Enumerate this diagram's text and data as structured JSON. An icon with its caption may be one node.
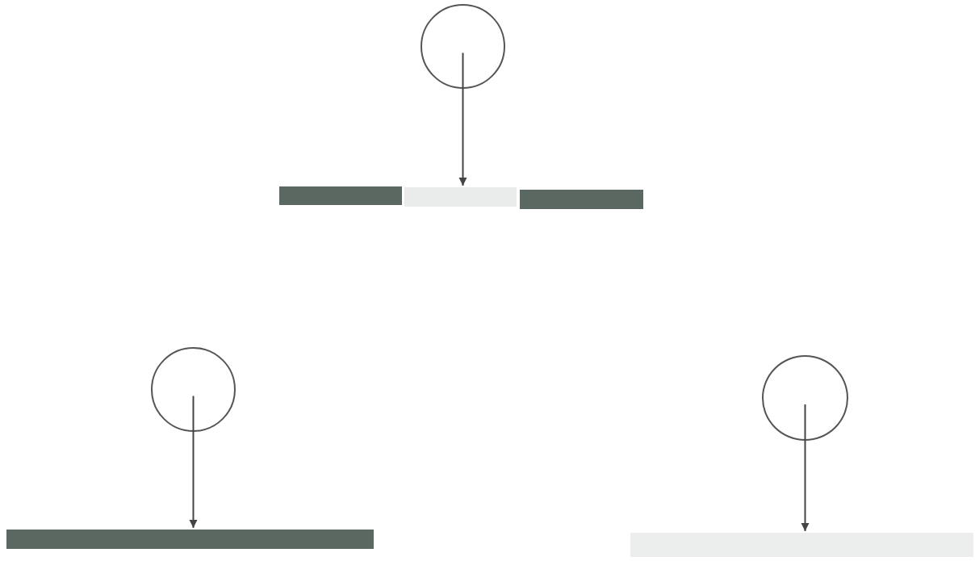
{
  "diagram": {
    "nodes": [
      {
        "text": [],
        "shape": "circle"
      },
      {
        "text": [],
        "shape": "bar"
      },
      {
        "text": [],
        "shape": "bar"
      },
      {
        "text": [],
        "shape": "bar"
      },
      {
        "text": [],
        "shape": "circle"
      },
      {
        "text": [],
        "shape": "bar"
      },
      {
        "text": [],
        "shape": "circle"
      },
      {
        "text": [],
        "shape": "bar"
      }
    ],
    "edges": [
      {
        "from": 0,
        "to": 2,
        "arrow": "to"
      },
      {
        "from": 4,
        "to": 5,
        "arrow": "to"
      },
      {
        "from": 6,
        "to": 7,
        "arrow": "to"
      }
    ]
  }
}
